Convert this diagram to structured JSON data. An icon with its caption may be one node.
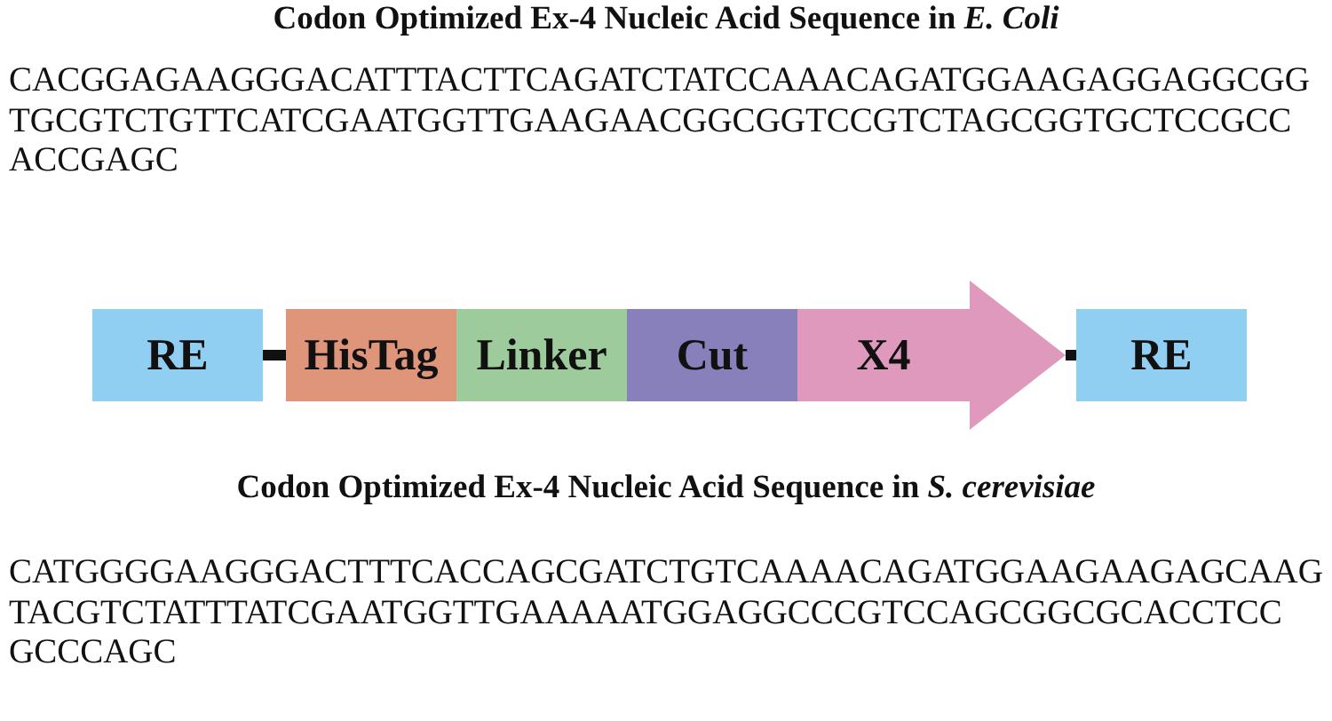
{
  "diagram": {
    "nodes": [
      {
        "text": [
          "RE"
        ]
      },
      {
        "text": [
          "HisTag"
        ]
      },
      {
        "text": [
          "Linker"
        ]
      },
      {
        "text": [
          "Cut"
        ]
      },
      {
        "text": [
          "X4"
        ]
      },
      {
        "text": [
          "RE"
        ]
      }
    ],
    "edges": [
      {
        "from": 0,
        "to": 1,
        "arrow": "none"
      },
      {
        "from": 4,
        "to": 5,
        "arrow": "none"
      }
    ],
    "labels": [
      "Codon Optimized Ex-4 Nucleic Acid Sequence in *E. Coli*",
      "CACGGAGAAGGGACATTTACTTCAGATCTATCCAAACAGATGGAAGAGGAGGCGG TGCGTCTGTTCATCGAATGGTTGAAGAACGGCGGTCCGTCTAGCGGTGCTCCGCC ACCGAGC",
      "Codon Optimized Ex-4 Nucleic Acid Sequence in *S. cerevisiae*",
      "CATGGGGAAGGGACTTTCACCAGCGATCTGTCAAAACAGATGGAAGAAGAGCAAG TACGTCTATTTATCGAATGGTTGAAAAATGGAGGCCCGTCCAGCGGCGCACCTCC GCCCAGC"
    ]
  }
}
